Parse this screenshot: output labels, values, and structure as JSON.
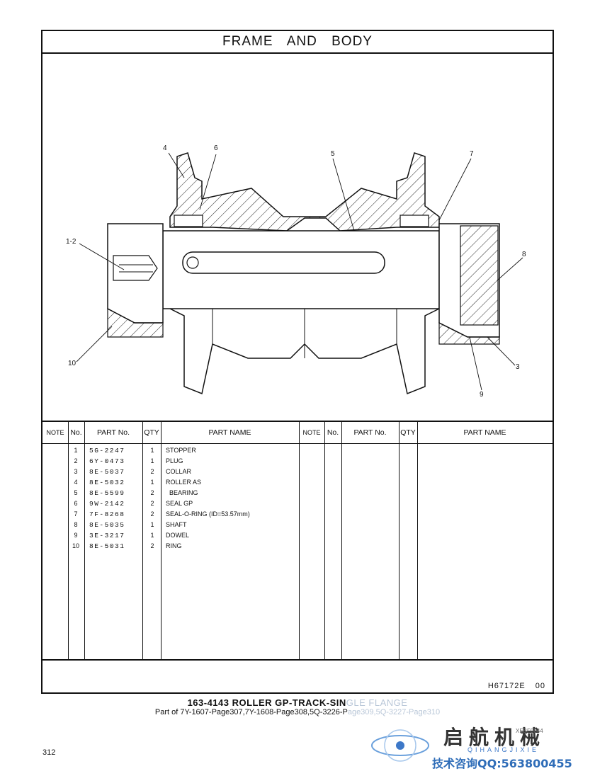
{
  "header": {
    "title": "FRAME AND BODY"
  },
  "drawing": {
    "callouts": [
      "4",
      "6",
      "5",
      "7",
      "1-2",
      "8",
      "10",
      "3",
      "9"
    ]
  },
  "table": {
    "headers": {
      "note": "NOTE",
      "no": "No.",
      "part_no": "PART No.",
      "qty": "QTY",
      "part_name": "PART NAME"
    },
    "rows": [
      {
        "no": "1",
        "part_no": "5G-2247",
        "qty": "1",
        "name": "STOPPER"
      },
      {
        "no": "2",
        "part_no": "6Y-0473",
        "qty": "1",
        "name": "PLUG"
      },
      {
        "no": "3",
        "part_no": "8E-5037",
        "qty": "2",
        "name": "COLLAR"
      },
      {
        "no": "4",
        "part_no": "8E-5032",
        "qty": "1",
        "name": "ROLLER AS"
      },
      {
        "no": "5",
        "part_no": "8E-5599",
        "qty": "2",
        "name": "  BEARING"
      },
      {
        "no": "6",
        "part_no": "9W-2142",
        "qty": "2",
        "name": "SEAL GP"
      },
      {
        "no": "7",
        "part_no": "7F-8268",
        "qty": "2",
        "name": "SEAL-O-RING (ID=53.57mm)"
      },
      {
        "no": "8",
        "part_no": "8E-5035",
        "qty": "1",
        "name": "SHAFT"
      },
      {
        "no": "9",
        "part_no": "3E-3217",
        "qty": "1",
        "name": "DOWEL"
      },
      {
        "no": "10",
        "part_no": "8E-5031",
        "qty": "2",
        "name": "RING"
      }
    ]
  },
  "footer": {
    "ref_code": "H67172E",
    "ref_rev": "00"
  },
  "caption": {
    "line1_main": "163-4143  ROLLER GP-TRACK-SIN",
    "line1_faded": "GLE FLANGE",
    "line2_main": "Part of 7Y-1607-Page307,7Y-1608-Page308,5Q-3226-P",
    "line2_faded": "age309,5Q-3227-Page310"
  },
  "page_number": "312",
  "watermark": {
    "brand_cn": "启航机械",
    "brand_en": "QIHANGJIXIE",
    "code": "XEBF0044",
    "contact": "技术咨询QQ:563800455"
  }
}
